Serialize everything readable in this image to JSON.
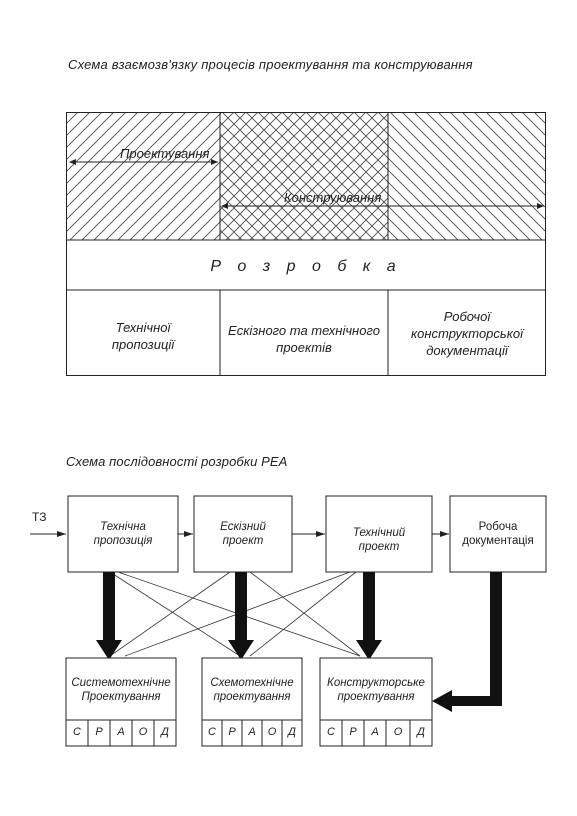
{
  "titles": {
    "interrelation": "Схема взаємозв'язку процесів проектування та конструювання",
    "sequence": "Схема послідовності розробки РЕА"
  },
  "top": {
    "design_label": "Проектування",
    "construction_label": "Конструювання",
    "development_label": "Р о з р о б к а",
    "stages": [
      {
        "line1": "Технічної",
        "line2": "пропозиції",
        "line3": ""
      },
      {
        "line1": "Ескізного та технічного",
        "line2": "проектів",
        "line3": ""
      },
      {
        "line1": "Робочої",
        "line2": "конструкторської",
        "line3": "документації"
      }
    ]
  },
  "bottom": {
    "input_label": "ТЗ",
    "top_boxes": [
      {
        "line1": "Технічна",
        "line2": "пропозиція"
      },
      {
        "line1": "Ескізний",
        "line2": "проект"
      },
      {
        "line1": "Технічний",
        "line2": "проект"
      },
      {
        "line1": "Робоча",
        "line2": "документація"
      }
    ],
    "bottom_boxes": [
      {
        "line1": "Системотехнічне",
        "line2": "Проектування"
      },
      {
        "line1": "Схемотехнічне",
        "line2": "проектування"
      },
      {
        "line1": "Конструкторське",
        "line2": "проектування"
      }
    ],
    "stage_letters": [
      "С",
      "Р",
      "А",
      "О",
      "Д"
    ]
  }
}
